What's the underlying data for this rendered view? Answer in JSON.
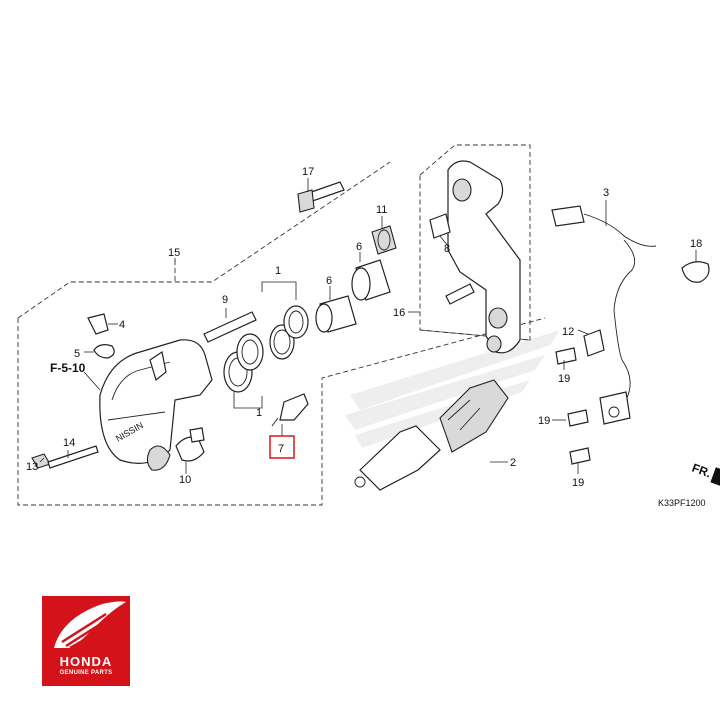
{
  "labels": {
    "p1a": "1",
    "p1b": "1",
    "p2": "2",
    "p3": "3",
    "p4": "4",
    "p5": "5",
    "p6a": "6",
    "p6b": "6",
    "p7": "7",
    "p8": "8",
    "p9": "9",
    "p10": "10",
    "p11": "11",
    "p12": "12",
    "p13": "13",
    "p14": "14",
    "p15": "15",
    "p16": "16",
    "p17": "17",
    "p18": "18",
    "p19a": "19",
    "p19b": "19",
    "p19c": "19"
  },
  "reference": "F-5-10",
  "direction": "FR.",
  "diagram_code": "K33PF1200",
  "highlighted_part": "7",
  "highlight_color": "#e0242b",
  "logo": {
    "name": "HONDA",
    "subtitle": "GENUINE PARTS",
    "color": "#d3121a"
  }
}
